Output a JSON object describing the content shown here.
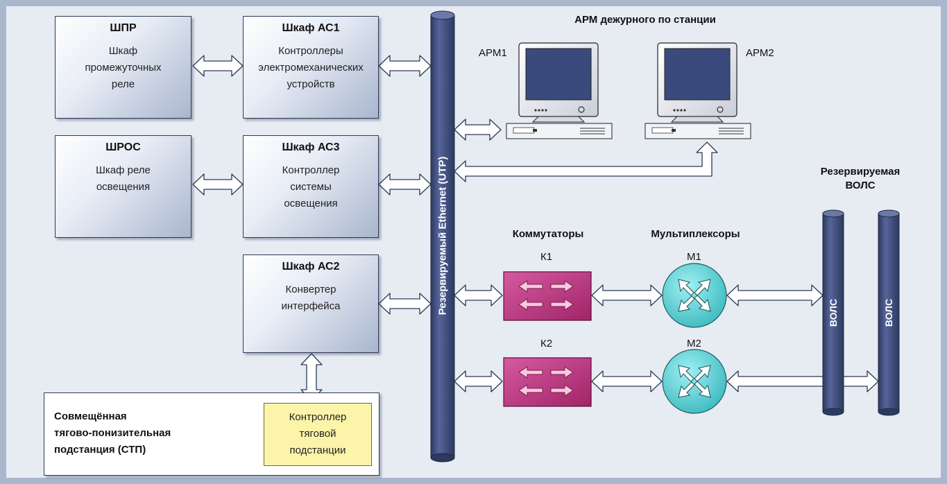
{
  "colors": {
    "frame": "#aab7cc",
    "panel": "#e7ecf3",
    "bus": "#3d4c75",
    "switch": "#c03a84",
    "mux": "#5dcfd3",
    "controller": "#fbf4a9"
  },
  "cabinets": {
    "shpr": {
      "title": "ШПР",
      "desc": "Шкаф\nпромежуточных\nреле"
    },
    "ac1": {
      "title": "Шкаф АС1",
      "desc": "Контроллеры\nэлектромеханических\nустройств"
    },
    "shros": {
      "title": "ШРОС",
      "desc": "Шкаф реле\nосвещения"
    },
    "ac3": {
      "title": "Шкаф АС3",
      "desc": "Контроллер\nсистемы\nосвещения"
    },
    "ac2": {
      "title": "Шкаф АС2",
      "desc": "Конвертер\nинтерфейса"
    }
  },
  "bus": {
    "label": "Резервируемый Ethernet (UTP)"
  },
  "arm": {
    "title": "АРМ дежурного по станции",
    "arm1": "АРМ1",
    "arm2": "АРМ2"
  },
  "switches": {
    "title": "Коммутаторы",
    "k1": "К1",
    "k2": "К2"
  },
  "multiplexers": {
    "title": "Мультиплексоры",
    "m1": "М1",
    "m2": "М2"
  },
  "vols": {
    "title": "Резервируемая\nВОЛС",
    "line1": "ВОЛС",
    "line2": "ВОЛС"
  },
  "stp": {
    "title": "Совмещённая\nтягово-понизительная\nподстанция (СТП)",
    "controller": "Контроллер\nтяговой\nподстанции"
  }
}
